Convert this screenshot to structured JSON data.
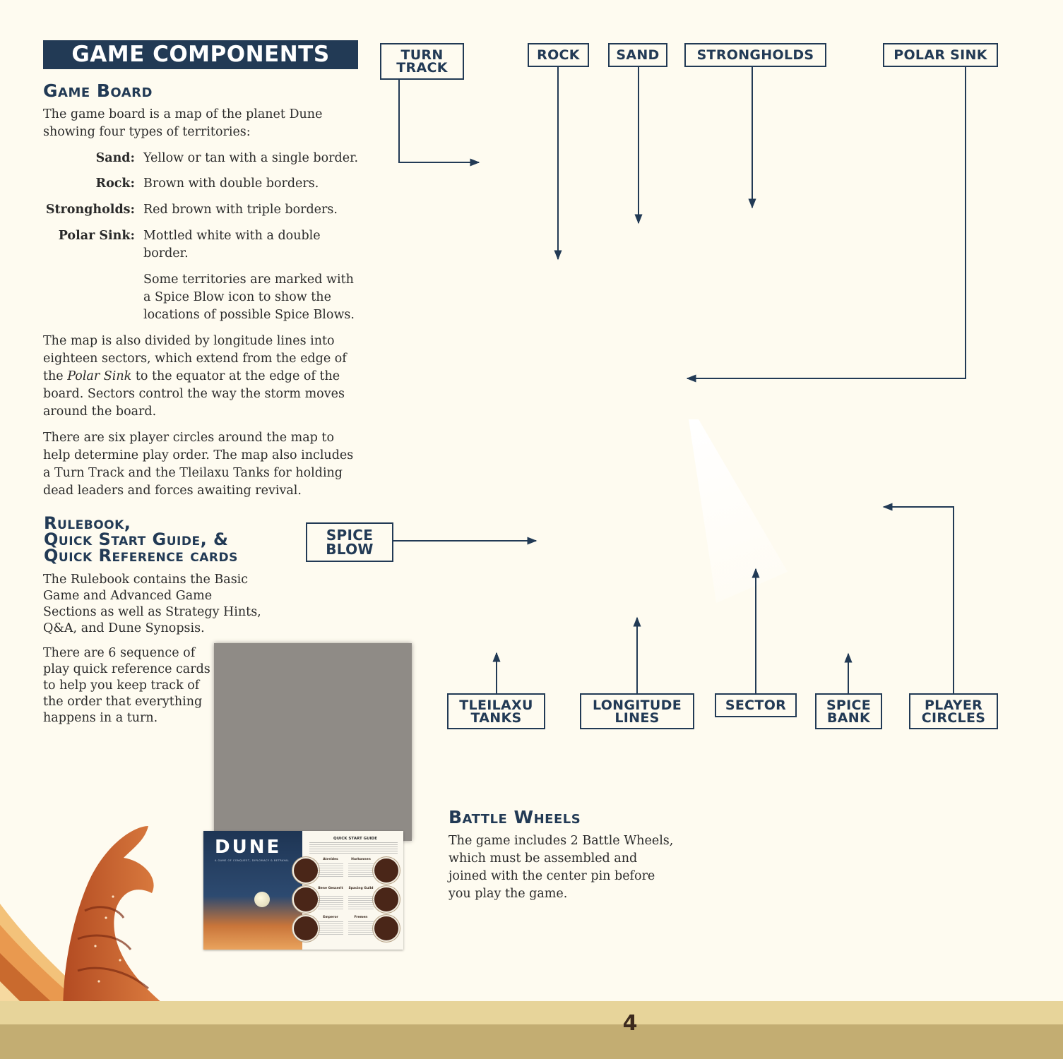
{
  "banner": "GAME COMPONENTS",
  "game_board": {
    "heading": "Game Board",
    "intro": "The game board is a map of the planet Dune showing four types of territories:",
    "territories": [
      {
        "term": "Sand:",
        "def": "Yellow or tan with a single border."
      },
      {
        "term": "Rock:",
        "def": "Brown with double borders."
      },
      {
        "term": "Strongholds:",
        "def": "Red brown with triple borders."
      },
      {
        "term": "Polar Sink:",
        "def1": "Mottled white with a double",
        "def2": "border."
      }
    ],
    "spice_note": [
      "Some territories are marked with",
      "a Spice Blow icon to show the",
      "locations of possible Spice Blows."
    ],
    "sectors_pre": "The map is also divided by longitude lines into eighteen sectors, which extend from the edge of the ",
    "sectors_em": "Polar Sink",
    "sectors_post": " to the equator at the edge of the board. Sectors control the way the storm moves around the board.",
    "circles_para": "There are six player circles around the map to help determine play order. The map also includes a Turn Track and the Tleilaxu Tanks for holding dead leaders and forces awaiting revival."
  },
  "rulebook": {
    "heading_lines": [
      "Rulebook,",
      "Quick Start Guide, &",
      "Quick Reference cards"
    ],
    "para1": "The Rulebook contains the Basic Game and Advanced Game Sections as well as Strategy Hints, Q&A, and Dune Synopsis.",
    "para2": "There are 6 sequence of play quick reference cards to help you keep track of the order that everything happens in a turn."
  },
  "battle_wheels": {
    "heading": "Battle Wheels",
    "para": "The game includes 2 Battle Wheels, which must be assembled and joined with the center pin before you play the game."
  },
  "labels": {
    "turn_track": "TURN\nTRACK",
    "rock": "ROCK",
    "sand": "SAND",
    "strongholds": "STRONGHOLDS",
    "polar_sink": "POLAR SINK",
    "spice_blow": "SPICE\nBLOW",
    "tleilaxu_tanks": "TLEILAXU\nTANKS",
    "longitude_lines": "LONGITUDE\nLINES",
    "sector": "SECTOR",
    "spice_bank": "SPICE\nBANK",
    "player_circles": "PLAYER\nCIRCLES"
  },
  "quick_start": {
    "logo": "DUNE",
    "tagline": "A GAME OF CONQUEST, DIPLOMACY & BETRAYAL",
    "title": "QUICK START GUIDE",
    "factions": [
      "Atreides",
      "Harkonnen",
      "Bene Gesserit",
      "Spacing Guild",
      "Emperor",
      "Fremen"
    ]
  },
  "page_number": "4",
  "colors": {
    "accent": "#223a55",
    "paper": "#fefbf0",
    "footer_light": "#e7d49a",
    "footer_dark": "#c3ad72"
  }
}
